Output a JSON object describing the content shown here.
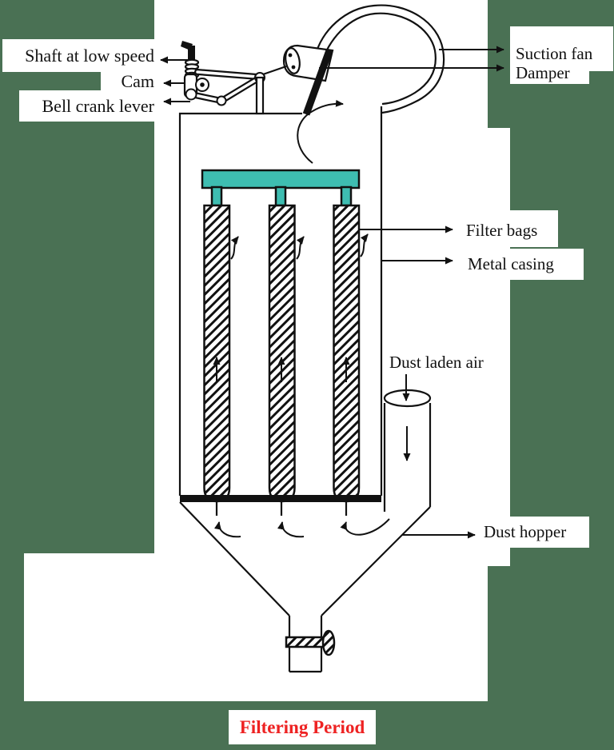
{
  "figure": {
    "caption": "Filtering Period",
    "labels": {
      "shaft_at_low_speed": "Shaft at low speed",
      "cam": "Cam",
      "bell_crank_lever": "Bell crank lever",
      "suction_fan": "Suction fan",
      "damper": "Damper",
      "filter_bags": "Filter bags",
      "metal_casing": "Metal casing",
      "dust_laden_air": "Dust laden air",
      "dust_hopper": "Dust hopper"
    },
    "colors": {
      "page_background": "#4a7154",
      "figure_background": "#ffffff",
      "line": "#111111",
      "tube_sheet_teal": "#3ebdb1",
      "caption_red": "#ee2222"
    },
    "filter_bag_count": "3"
  }
}
